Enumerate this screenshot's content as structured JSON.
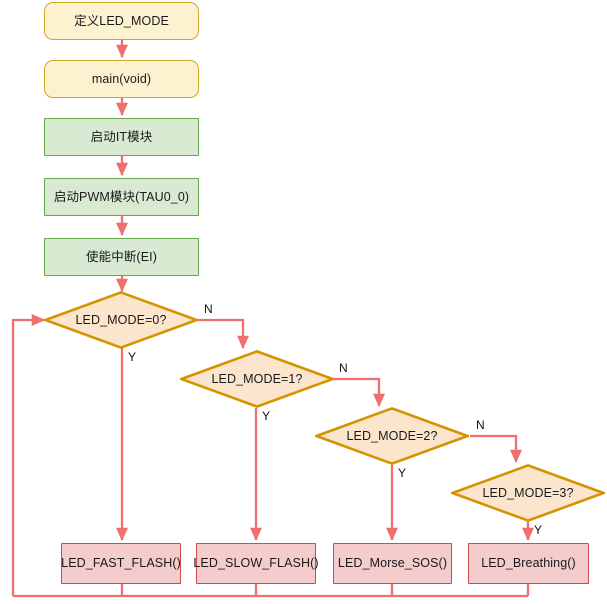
{
  "diagram": {
    "type": "flowchart",
    "title": "LED_MODE dispatch flowchart",
    "colors": {
      "yellow_fill": "#fdf2d0",
      "yellow_stroke": "#cfa726",
      "green_fill": "#d9ead3",
      "green_stroke": "#6aa84f",
      "diamond_fill": "#fce5cd",
      "diamond_stroke": "#d39400",
      "pink_fill": "#f4cccc",
      "pink_stroke": "#cc4b4b",
      "connector": "#ef6f6f",
      "background": "#ffffff"
    }
  },
  "nodes": {
    "define_mode": {
      "label": "定义LED_MODE",
      "shape": "rounded-rect",
      "style": "yellow"
    },
    "main": {
      "label": "main(void)",
      "shape": "rounded-rect",
      "style": "yellow"
    },
    "start_it": {
      "label": "启动IT模块",
      "shape": "rect",
      "style": "green"
    },
    "start_pwm": {
      "label": "启动PWM模块(TAU0_0)",
      "shape": "rect",
      "style": "green"
    },
    "enable_int": {
      "label": "使能中断(EI)",
      "shape": "rect",
      "style": "green"
    }
  },
  "decisions": [
    {
      "label": "LED_MODE=0?",
      "yes": "Y",
      "no": "N"
    },
    {
      "label": "LED_MODE=1?",
      "yes": "Y",
      "no": "N"
    },
    {
      "label": "LED_MODE=2?",
      "yes": "Y",
      "no": "N"
    },
    {
      "label": "LED_MODE=3?",
      "yes": "Y",
      "no": ""
    }
  ],
  "actions": [
    {
      "label": "LED_FAST_FLASH()"
    },
    {
      "label": "LED_SLOW_FLASH()"
    },
    {
      "label": "LED_Morse_SOS()"
    },
    {
      "label": "LED_Breathing()"
    }
  ]
}
